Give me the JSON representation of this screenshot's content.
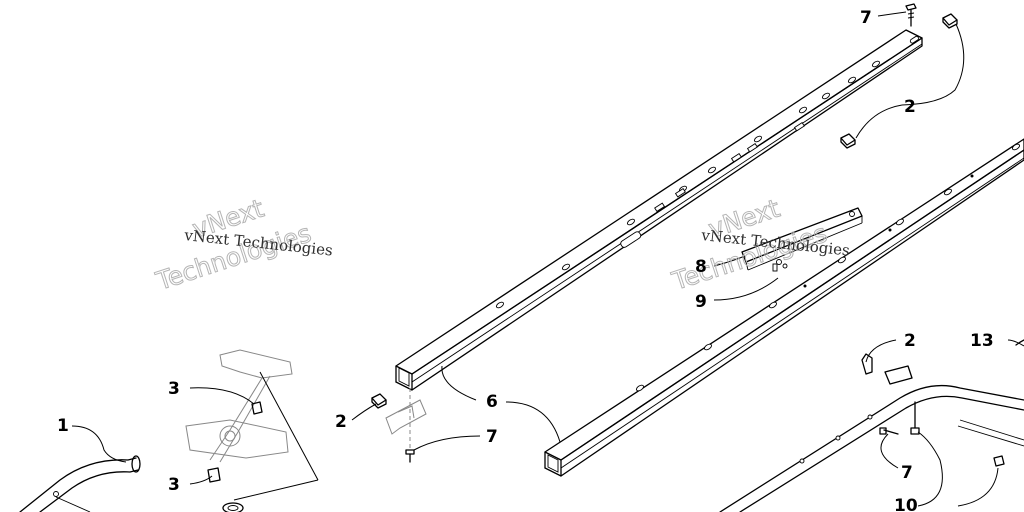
{
  "watermark": {
    "small_text": "vNext Technologies",
    "large_line1": "vNext",
    "large_line2": "Technologies"
  },
  "callouts": [
    {
      "id": "c7a",
      "label": "7"
    },
    {
      "id": "c2a",
      "label": "2"
    },
    {
      "id": "c8",
      "label": "8"
    },
    {
      "id": "c9",
      "label": "9"
    },
    {
      "id": "c2b",
      "label": "2"
    },
    {
      "id": "c13",
      "label": "13"
    },
    {
      "id": "c1",
      "label": "1"
    },
    {
      "id": "c3a",
      "label": "3"
    },
    {
      "id": "c2c",
      "label": "2"
    },
    {
      "id": "c6",
      "label": "6"
    },
    {
      "id": "c7b",
      "label": "7"
    },
    {
      "id": "c3b",
      "label": "3"
    },
    {
      "id": "c7c",
      "label": "7"
    },
    {
      "id": "c10",
      "label": "10"
    }
  ]
}
